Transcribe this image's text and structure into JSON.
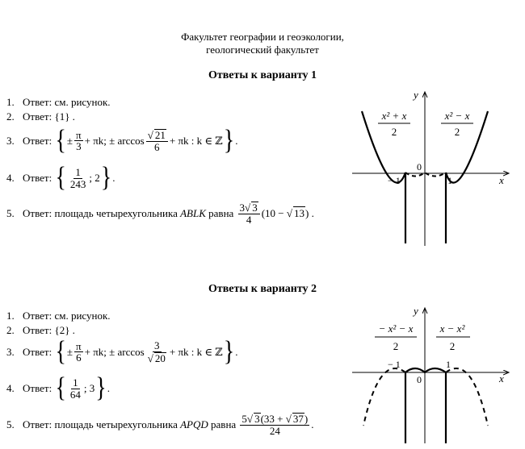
{
  "header": {
    "line1": "Факультет географии и геоэкологии,",
    "line2": "геологический факультет"
  },
  "v1": {
    "title": "Ответы к варианту 1",
    "ans_prefix": "Ответ:",
    "a1_num": "1.",
    "a1_text": "см. рисунок.",
    "a2_num": "2.",
    "a2_text": "{1} .",
    "a3_num": "3.",
    "a3_pm": "±",
    "a3_pi": "π",
    "a3_den": "3",
    "a3_mid": "+ πk; ± arccos",
    "a3_rad": "21",
    "a3_den2": "6",
    "a3_tail": "+ πk : k ∈ ℤ",
    "a4_num": "4.",
    "a4_n": "1",
    "a4_d": "243",
    "a4_tail": "; 2",
    "a5_num": "5.",
    "a5_text": "площадь четырехугольника",
    "a5_name": "ABLK",
    "a5_word": "равна",
    "a5_n_coef": "3",
    "a5_n_rad": "3",
    "a5_d": "4",
    "a5_tail_a": "(10 −",
    "a5_tail_rad": "13",
    "a5_tail_b": ") ."
  },
  "v2": {
    "title": "Ответы к варианту 2",
    "ans_prefix": "Ответ:",
    "a1_num": "1.",
    "a1_text": "см. рисунок.",
    "a2_num": "2.",
    "a2_text": "{2} .",
    "a3_num": "3.",
    "a3_pm": "±",
    "a3_pi": "π",
    "a3_den": "6",
    "a3_mid": "+ πk; ± arccos",
    "a3_n2": "3",
    "a3_rad2": "20",
    "a3_tail": "+ πk : k ∈ ℤ",
    "a4_num": "4.",
    "a4_n": "1",
    "a4_d": "64",
    "a4_tail": "; 3",
    "a5_num": "5.",
    "a5_text": "площадь четырехугольника",
    "a5_name": "APQD",
    "a5_word": "равна",
    "a5_n_coef": "5",
    "a5_n_rad": "3",
    "a5_n_paren": "(33 +",
    "a5_n_rad2": "37",
    "a5_n_close": ")",
    "a5_d": "24",
    "a5_tail": "."
  },
  "graph1": {
    "y": "y",
    "x": "x",
    "zero": "0",
    "neg1": "− 1",
    "pos1": "1",
    "left_n": "x² + x",
    "left_d": "2",
    "right_n": "x² − x",
    "right_d": "2"
  },
  "graph2": {
    "y": "y",
    "x": "x",
    "zero": "0",
    "neg1": "− 1",
    "pos1": "1",
    "left_n": "− x² − x",
    "left_d": "2",
    "right_n": "x − x²",
    "right_d": "2"
  }
}
